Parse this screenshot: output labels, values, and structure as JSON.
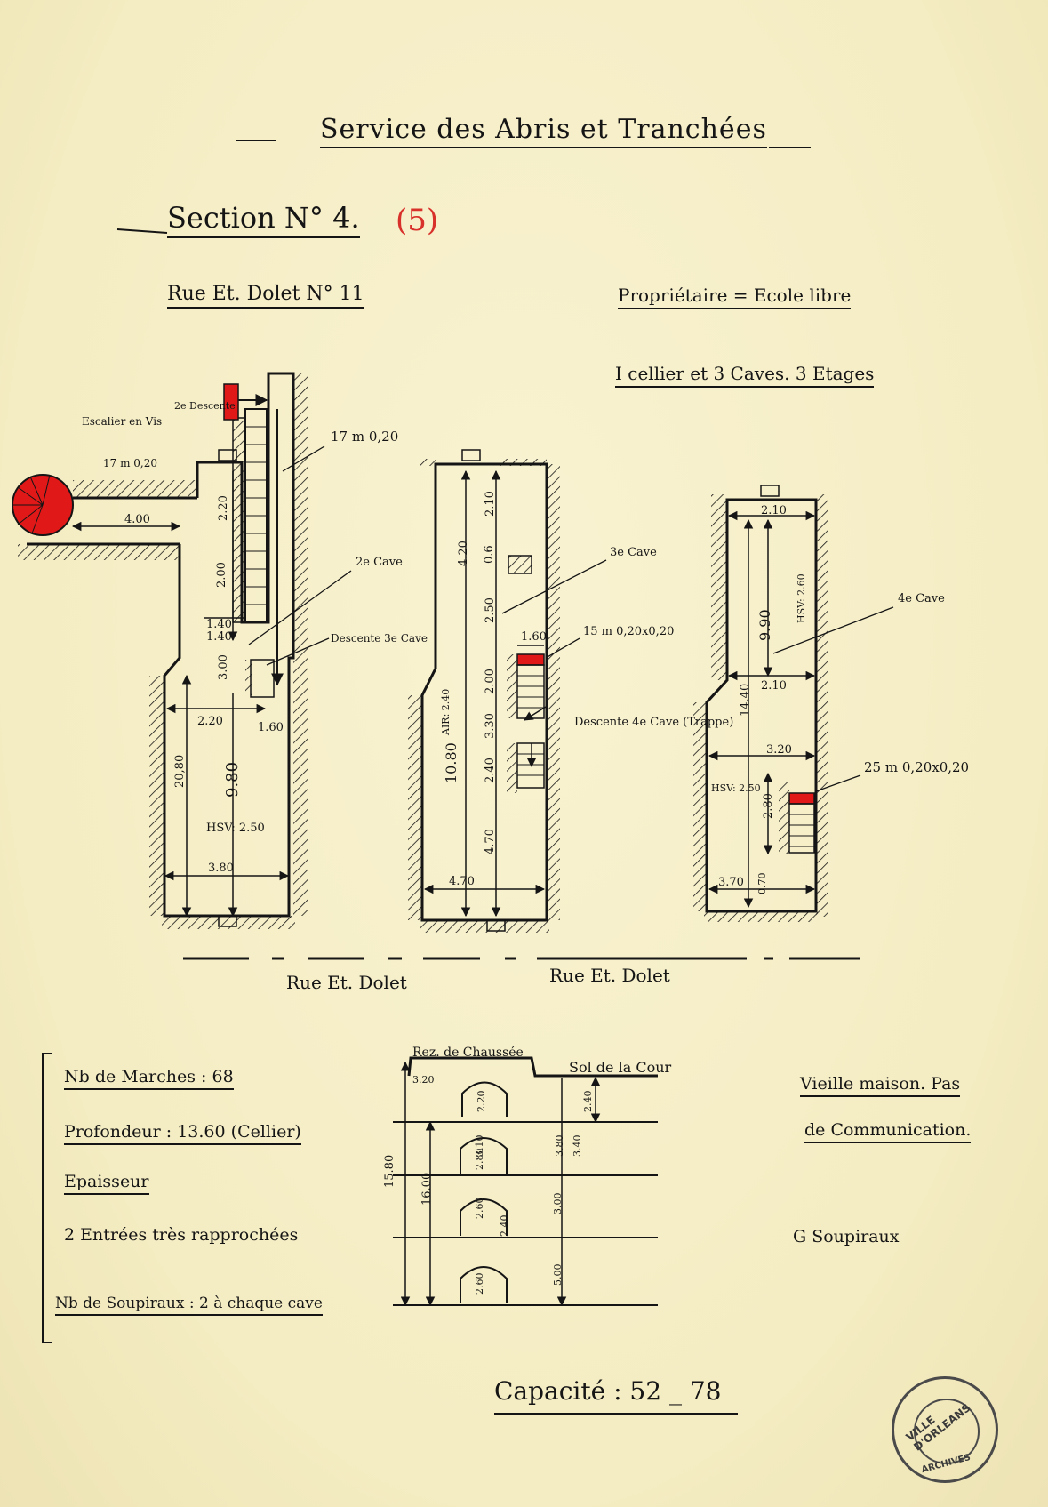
{
  "header": {
    "title": "Service des Abris et Tranchées",
    "section": "Section N° 4.",
    "section_ref": "(5)",
    "street": "Rue Et. Dolet N° 11",
    "owner": "Propriétaire = Ecole libre",
    "cellar_summary": "I cellier et 3 Caves. 3 Etages"
  },
  "plan": {
    "street_a": "Rue Et. Dolet",
    "street_b": "Rue Et. Dolet",
    "labels": {
      "stair2": "2e Descente",
      "escalier": "Escalier en Vis",
      "escalier_dim": "17 m 0,20",
      "stair17": "17 m 0,20",
      "cave2": "2e Cave",
      "desc3": "Descente 3e Cave",
      "cave3": "3e Cave",
      "stair15": "15 m 0,20x0,20",
      "desc4": "Descente 4e Cave (Trappe)",
      "cave4": "4e Cave",
      "stair25": "25 m 0,20x0,20"
    },
    "dims": {
      "p1": [
        "4.00",
        "2.20",
        "2.00",
        "1.40",
        "1.40",
        "3.00",
        "2.20",
        "1.60",
        "20,80",
        "9.80",
        "HSV: 2.50",
        "3.80"
      ],
      "p2": [
        "4.20",
        "2.10",
        "0.6",
        "2.50",
        "1.60",
        "2.00",
        "3.30",
        "2.40",
        "4.70",
        "10.80",
        "4.70",
        "AIR: 2.40"
      ],
      "p3": [
        "2.10",
        "HSV: 2.60",
        "9.90",
        "2.10",
        "14.40",
        "3.20",
        "HSV: 2.50",
        "2.80",
        "3.70",
        "0.70"
      ]
    }
  },
  "bottom": {
    "marches": "Nb de Marches : 68",
    "profondeur": "Profondeur : 13.60 (Cellier)",
    "epaisseur": "Epaisseur",
    "entrees": "2 Entrées très rapprochées",
    "soupiraux": "Nb de Soupiraux : 2 à chaque cave",
    "note1": "Vieille maison. Pas",
    "note2": "de Communication.",
    "note3": "G Soupiraux",
    "section_labels": [
      "Rez. de Chaussée",
      "Sol de la Cour"
    ],
    "section_dims": [
      "3.20",
      "2.20",
      "3.10",
      "2.80",
      "2.60",
      "2.60",
      "2.40",
      "2.40",
      "3.80",
      "3.40",
      "3.00",
      "5.00",
      "16.00",
      "15.80"
    ],
    "capacite": "Capacité : 52 _ 78"
  },
  "stamp": {
    "top": "VILLE D'ORLEANS",
    "bottom": "ARCHIVES"
  },
  "colors": {
    "ink": "#151515",
    "red": "#e01818",
    "paper": "#f7f0c9"
  }
}
